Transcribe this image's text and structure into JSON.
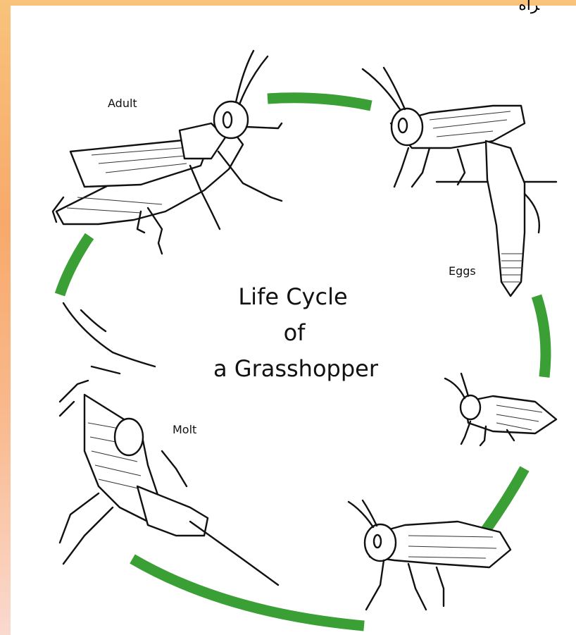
{
  "corner_text": "ﺮﺍﻩ",
  "title": {
    "line1": "Life Cycle",
    "line2": "of",
    "line3": "a Grasshopper"
  },
  "stages": {
    "adult": "Adult",
    "eggs": "Eggs",
    "molt": "Molt"
  },
  "colors": {
    "arc_green": "#3a9f35",
    "border_orange": "#f7a96b",
    "ink": "#111111"
  }
}
